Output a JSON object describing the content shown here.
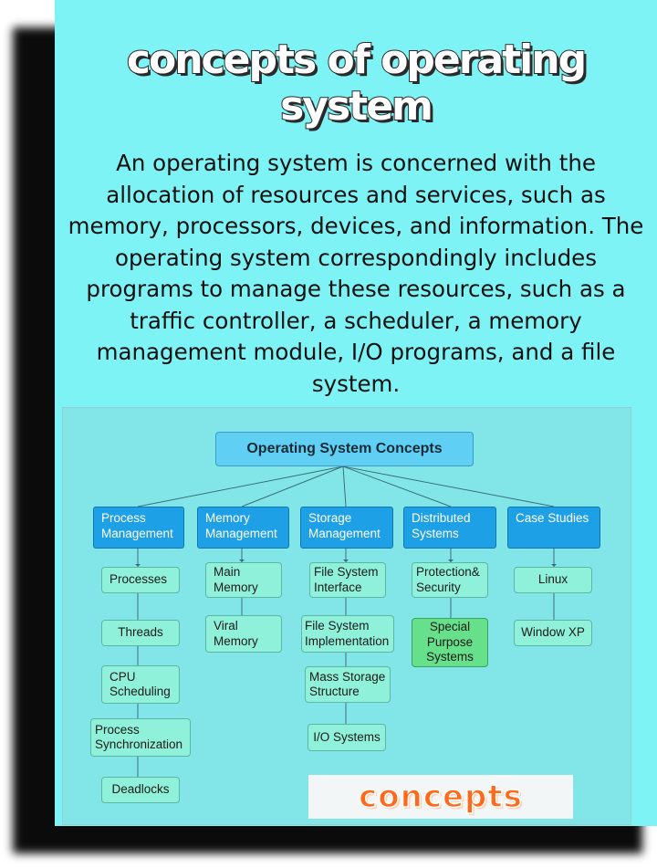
{
  "title": "concepts of operating system",
  "description": "An operating system is concerned with the allocation of resources and services, such as memory, processors, devices, and information. The operating system correspondingly includes programs to manage these resources, such as a traffic controller, a scheduler, a memory management module, I/O programs, and a file system.",
  "diagram": {
    "root": "Operating System Concepts",
    "categories": [
      {
        "label": "Process Management",
        "items": [
          "Processes",
          "Threads",
          "CPU Scheduling",
          "Process Synchronization",
          "Deadlocks"
        ]
      },
      {
        "label": "Memory Management",
        "items": [
          "Main Memory",
          "Viral Memory"
        ]
      },
      {
        "label": "Storage Management",
        "items": [
          "File System Interface",
          "File System Implementation",
          "Mass Storage Structure",
          "I/O Systems"
        ]
      },
      {
        "label": "Distributed Systems",
        "items": [
          "Protection& Security",
          "Special Purpose Systems"
        ]
      },
      {
        "label": "Case Studies",
        "items": [
          "Linux",
          "Window XP"
        ]
      }
    ],
    "colors": {
      "root": "#5fd0f4",
      "category": "#1ea0e6",
      "leaf": "#8ff1d9",
      "highlight": "#66e08a"
    }
  },
  "badge": "concepts"
}
